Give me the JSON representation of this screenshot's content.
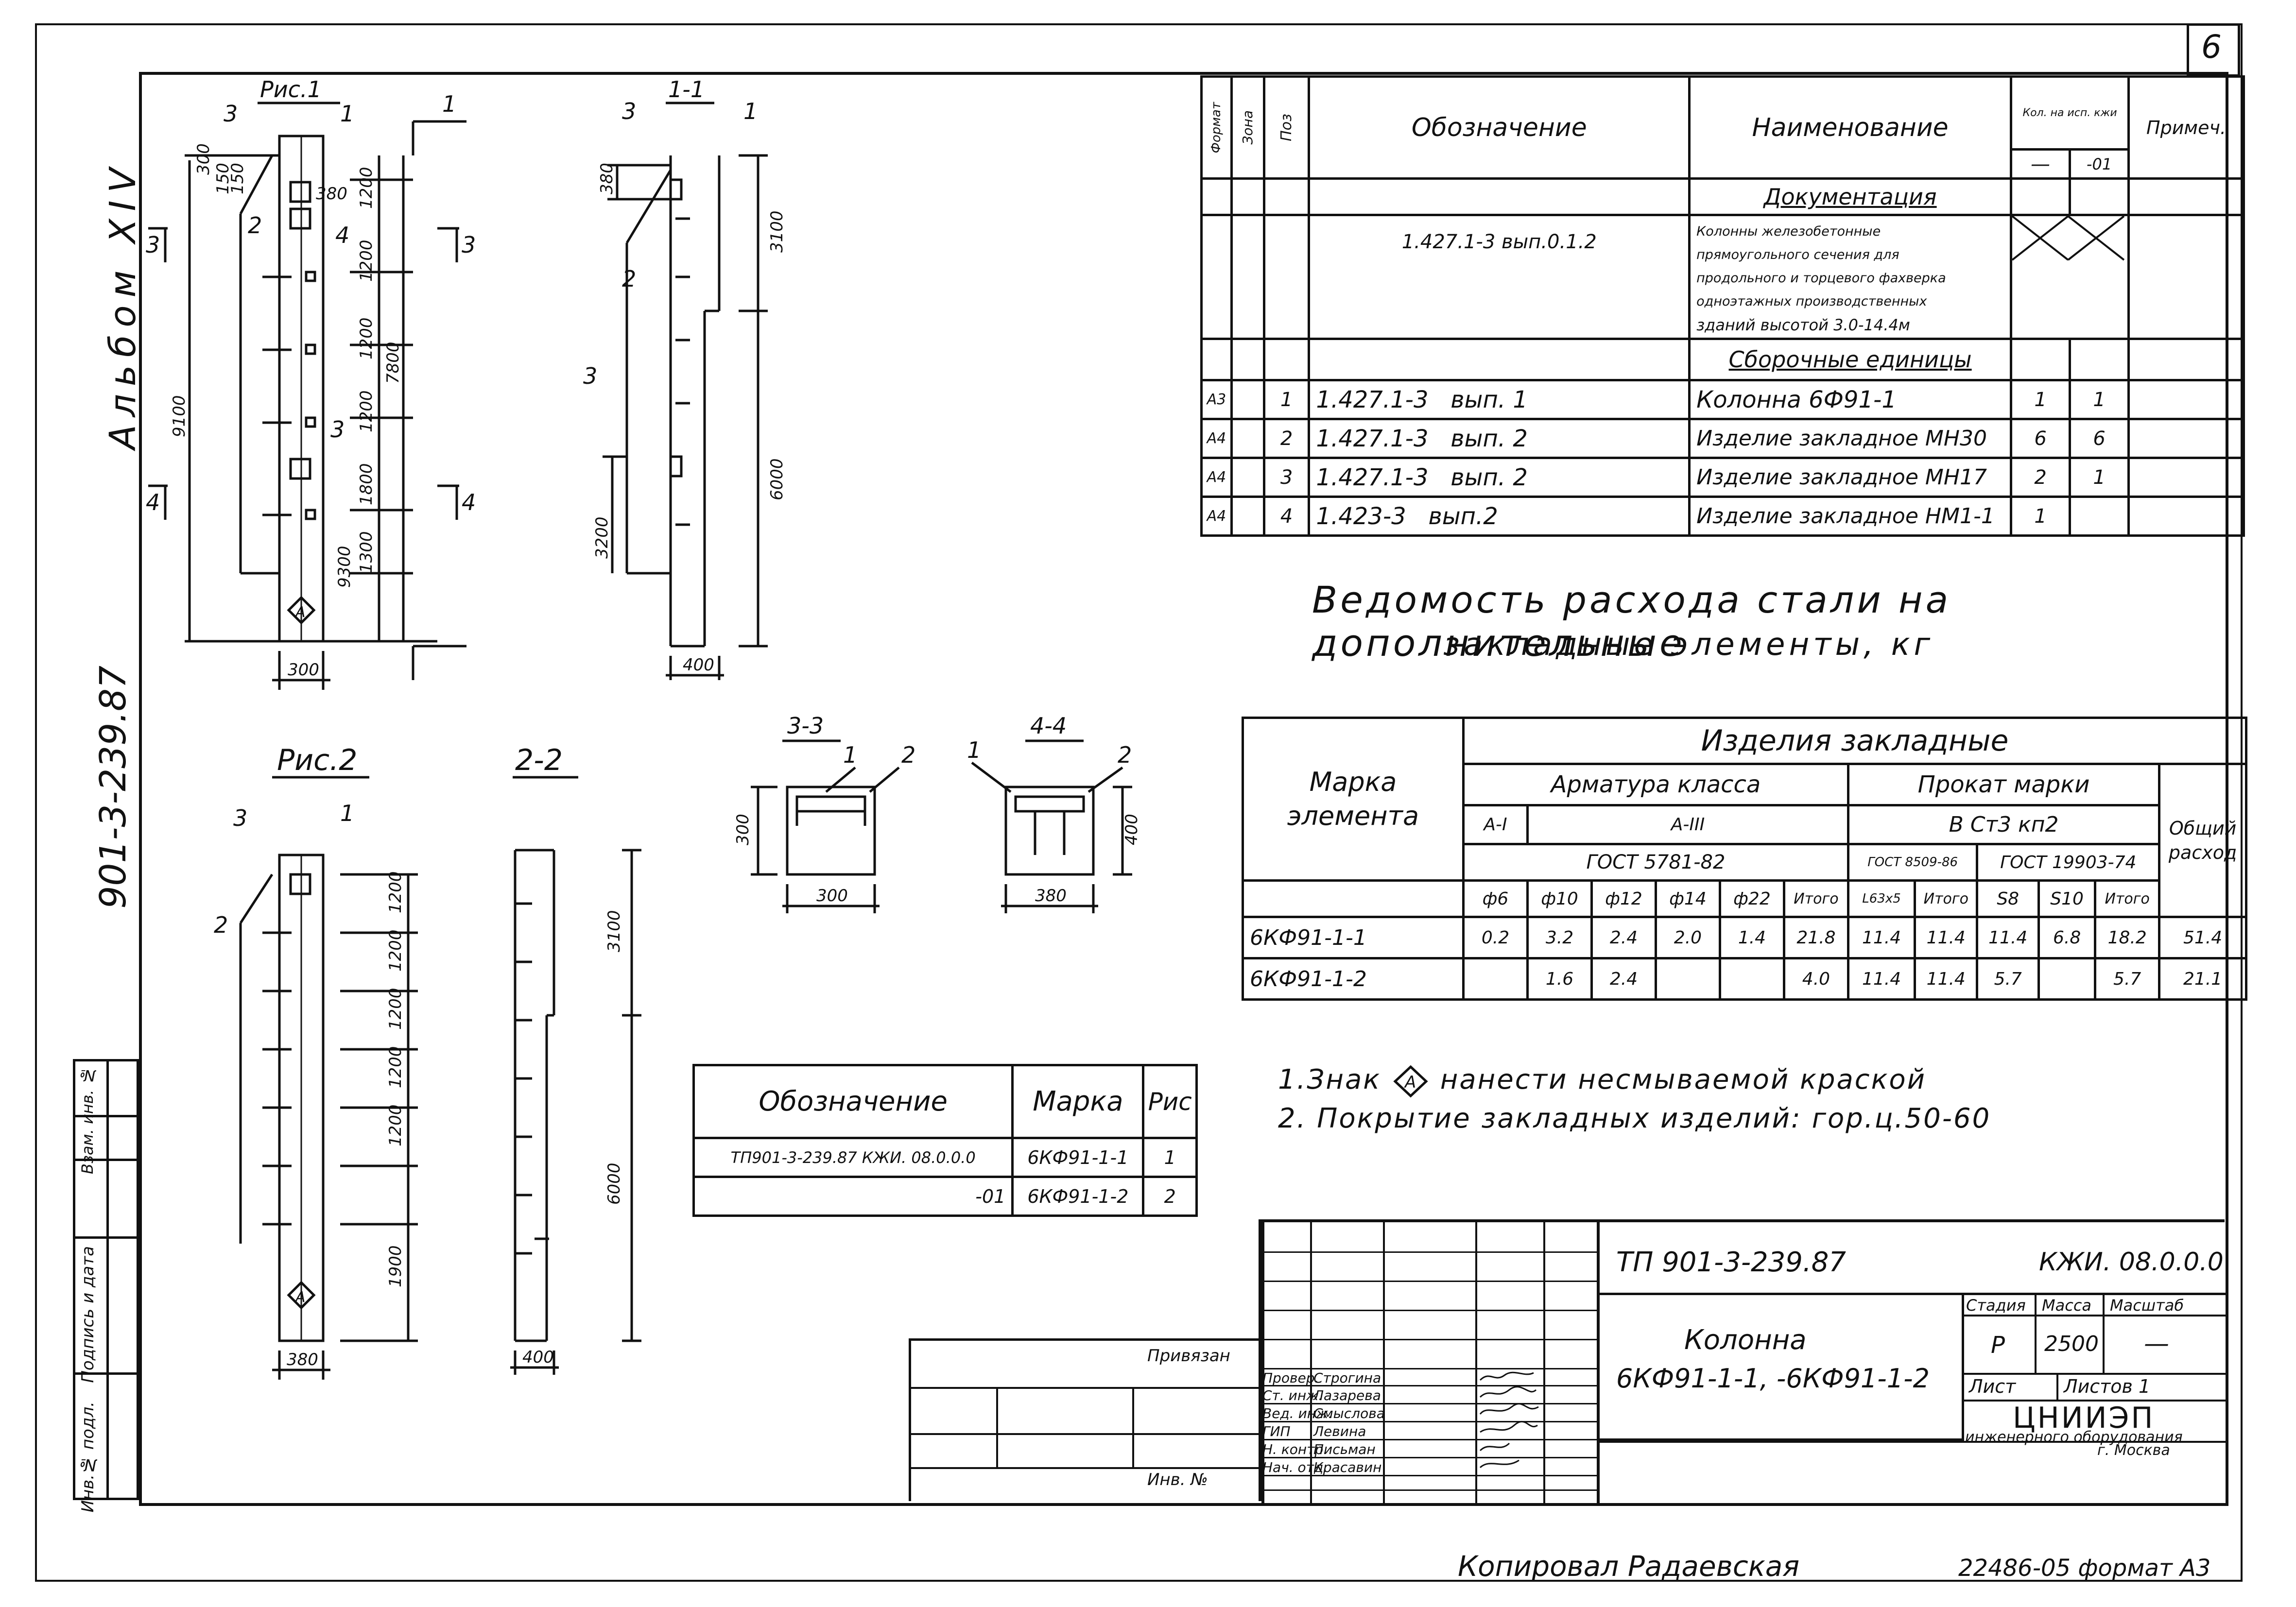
{
  "sheet": {
    "number": "6",
    "album_label": "Альбом XIV",
    "doc_code_vertical": "901-3-239.87",
    "copied_by": "Копировал  Радаевская",
    "format_line": "22486-05 формат А3"
  },
  "side_stamp": [
    "Инв.№ подл.",
    "Подпись и дата",
    "Взам. инв. №"
  ],
  "views": {
    "ris1_label": "Рис.1",
    "ris2_label": "Рис.2",
    "sec11": "1-1",
    "sec22": "2-2",
    "sec33": "3-3",
    "sec44": "4-4",
    "cut1": "1",
    "marks": [
      "1",
      "2",
      "3",
      "4"
    ],
    "cut_marks": [
      "3",
      "3",
      "4",
      "4"
    ],
    "fig1_dims_vertical": [
      "300",
      "150",
      "150",
      "1200",
      "1200",
      "1200",
      "1200",
      "1800",
      "1300",
      "7800",
      "9100",
      "9300"
    ],
    "fig1_dims_more": [
      "380"
    ],
    "dims_11": [
      "380",
      "3100",
      "6000",
      "3200"
    ],
    "dims_22": [
      "3100",
      "6000"
    ],
    "fig2_dims": [
      "1200",
      "1200",
      "1200",
      "1200",
      "1200",
      "1900"
    ],
    "width_300": "300",
    "width_400": "400",
    "width_380": "380",
    "depth_400": "400",
    "anchor_symbol": "А"
  },
  "spec_table": {
    "headers": {
      "format": "Формат",
      "zone": "Зона",
      "pos": "Поз",
      "designation": "Обозначение",
      "name": "Наименование",
      "qty": "Кол. на исп. кжи",
      "qty_a": "—",
      "qty_b": "-01",
      "note": "Примеч."
    },
    "section_docs": "Документация",
    "doc_row": {
      "designation": "1.427.1-3  вып.0.1.2",
      "name_lines": [
        "Колонны железобетонные",
        "прямоугольного сечения для",
        "продольного и торцевого фахверка",
        "одноэтажных производственных",
        "зданий высотой 3.0-14.4м"
      ]
    },
    "section_asm": "Сборочные единицы",
    "rows": [
      {
        "format": "А3",
        "pos": "1",
        "designation": "1.427.1-3",
        "vyp": "вып. 1",
        "name": "Колонна  6Ф91-1",
        "q1": "1",
        "q2": "1"
      },
      {
        "format": "А4",
        "pos": "2",
        "designation": "1.427.1-3",
        "vyp": "вып. 2",
        "name": "Изделие закладное МН30",
        "q1": "6",
        "q2": "6"
      },
      {
        "format": "А4",
        "pos": "3",
        "designation": "1.427.1-3",
        "vyp": "вып. 2",
        "name": "Изделие закладное МН17",
        "q1": "2",
        "q2": "1"
      },
      {
        "format": "А4",
        "pos": "4",
        "designation": "1.423-3",
        "vyp": "вып.2",
        "name": "Изделие закладное НМ1-1",
        "q1": "1",
        "q2": ""
      }
    ]
  },
  "steel_title_1": "Ведомость расхода стали на дополнительные",
  "steel_title_2": "закладные элементы, кг",
  "steel_table": {
    "mark_header": "Марка элемента",
    "izd": "Изделия закладные",
    "armatura": "Арматура класса",
    "prokat": "Прокат марки",
    "a1": "А-I",
    "a3": "А-III",
    "vst": "В Ст3 кп2",
    "gost_a": "ГОСТ 5781-82",
    "gost_b": "ГОСТ 8509-86",
    "gost_c": "ГОСТ 19903-74",
    "total_header": "Общий расход",
    "cols": [
      "ф6",
      "ф10",
      "ф12",
      "ф14",
      "ф22",
      "Итого",
      "L63х5",
      "Итого",
      "S8",
      "S10",
      "Итого"
    ],
    "rows": [
      {
        "mark": "6КФ91-1-1",
        "vals": [
          "0.2",
          "3.2",
          "2.4",
          "2.0",
          "1.4",
          "21.8",
          "11.4",
          "11.4",
          "11.4",
          "6.8",
          "18.2"
        ],
        "total": "51.4"
      },
      {
        "mark": "6КФ91-1-2",
        "vals": [
          "",
          "1.6",
          "2.4",
          "",
          "",
          "4.0",
          "11.4",
          "11.4",
          "5.7",
          "",
          "5.7"
        ],
        "total": "21.1"
      }
    ]
  },
  "marks_table": {
    "headers": [
      "Обозначение",
      "Марка",
      "Рис"
    ],
    "rows": [
      {
        "designation": "ТП901-3-239.87 КЖИ. 08.0.0.0",
        "mark": "6КФ91-1-1",
        "fig": "1"
      },
      {
        "designation": "-01",
        "mark": "6КФ91-1-2",
        "fig": "2"
      }
    ]
  },
  "notes": [
    "1.Знак",
    "нанести   несмываемой  краской",
    "2. Покрытие   закладных   изделий: гор.ц.50-60"
  ],
  "title_block": {
    "code": "ТП 901-3-239.87",
    "code_right": "КЖИ. 08.0.0.0",
    "title_1": "Колонна",
    "title_2": "6КФ91-1-1, -6КФ91-1-2",
    "stage_h": "Стадия",
    "mass_h": "Масса",
    "scale_h": "Масштаб",
    "stage": "Р",
    "mass": "2500",
    "scale": "—",
    "sheet_h": "Лист",
    "sheets_h": "Листов 1",
    "org_1": "ЦНИИЭП",
    "org_2": "инженерного оборудования",
    "org_3": "г. Москва",
    "privyazan": "Привязан",
    "inv": "Инв. №",
    "people": [
      {
        "role": "Провер.",
        "name": "Строгина"
      },
      {
        "role": "Ст. инж.",
        "name": "Лазарева"
      },
      {
        "role": "Вед. инж.",
        "name": "Смыслова"
      },
      {
        "role": "ГИП",
        "name": "Левина"
      },
      {
        "role": "Н. контр.",
        "name": "Письман"
      },
      {
        "role": "Нач. отд.",
        "name": "Красавин"
      }
    ]
  }
}
